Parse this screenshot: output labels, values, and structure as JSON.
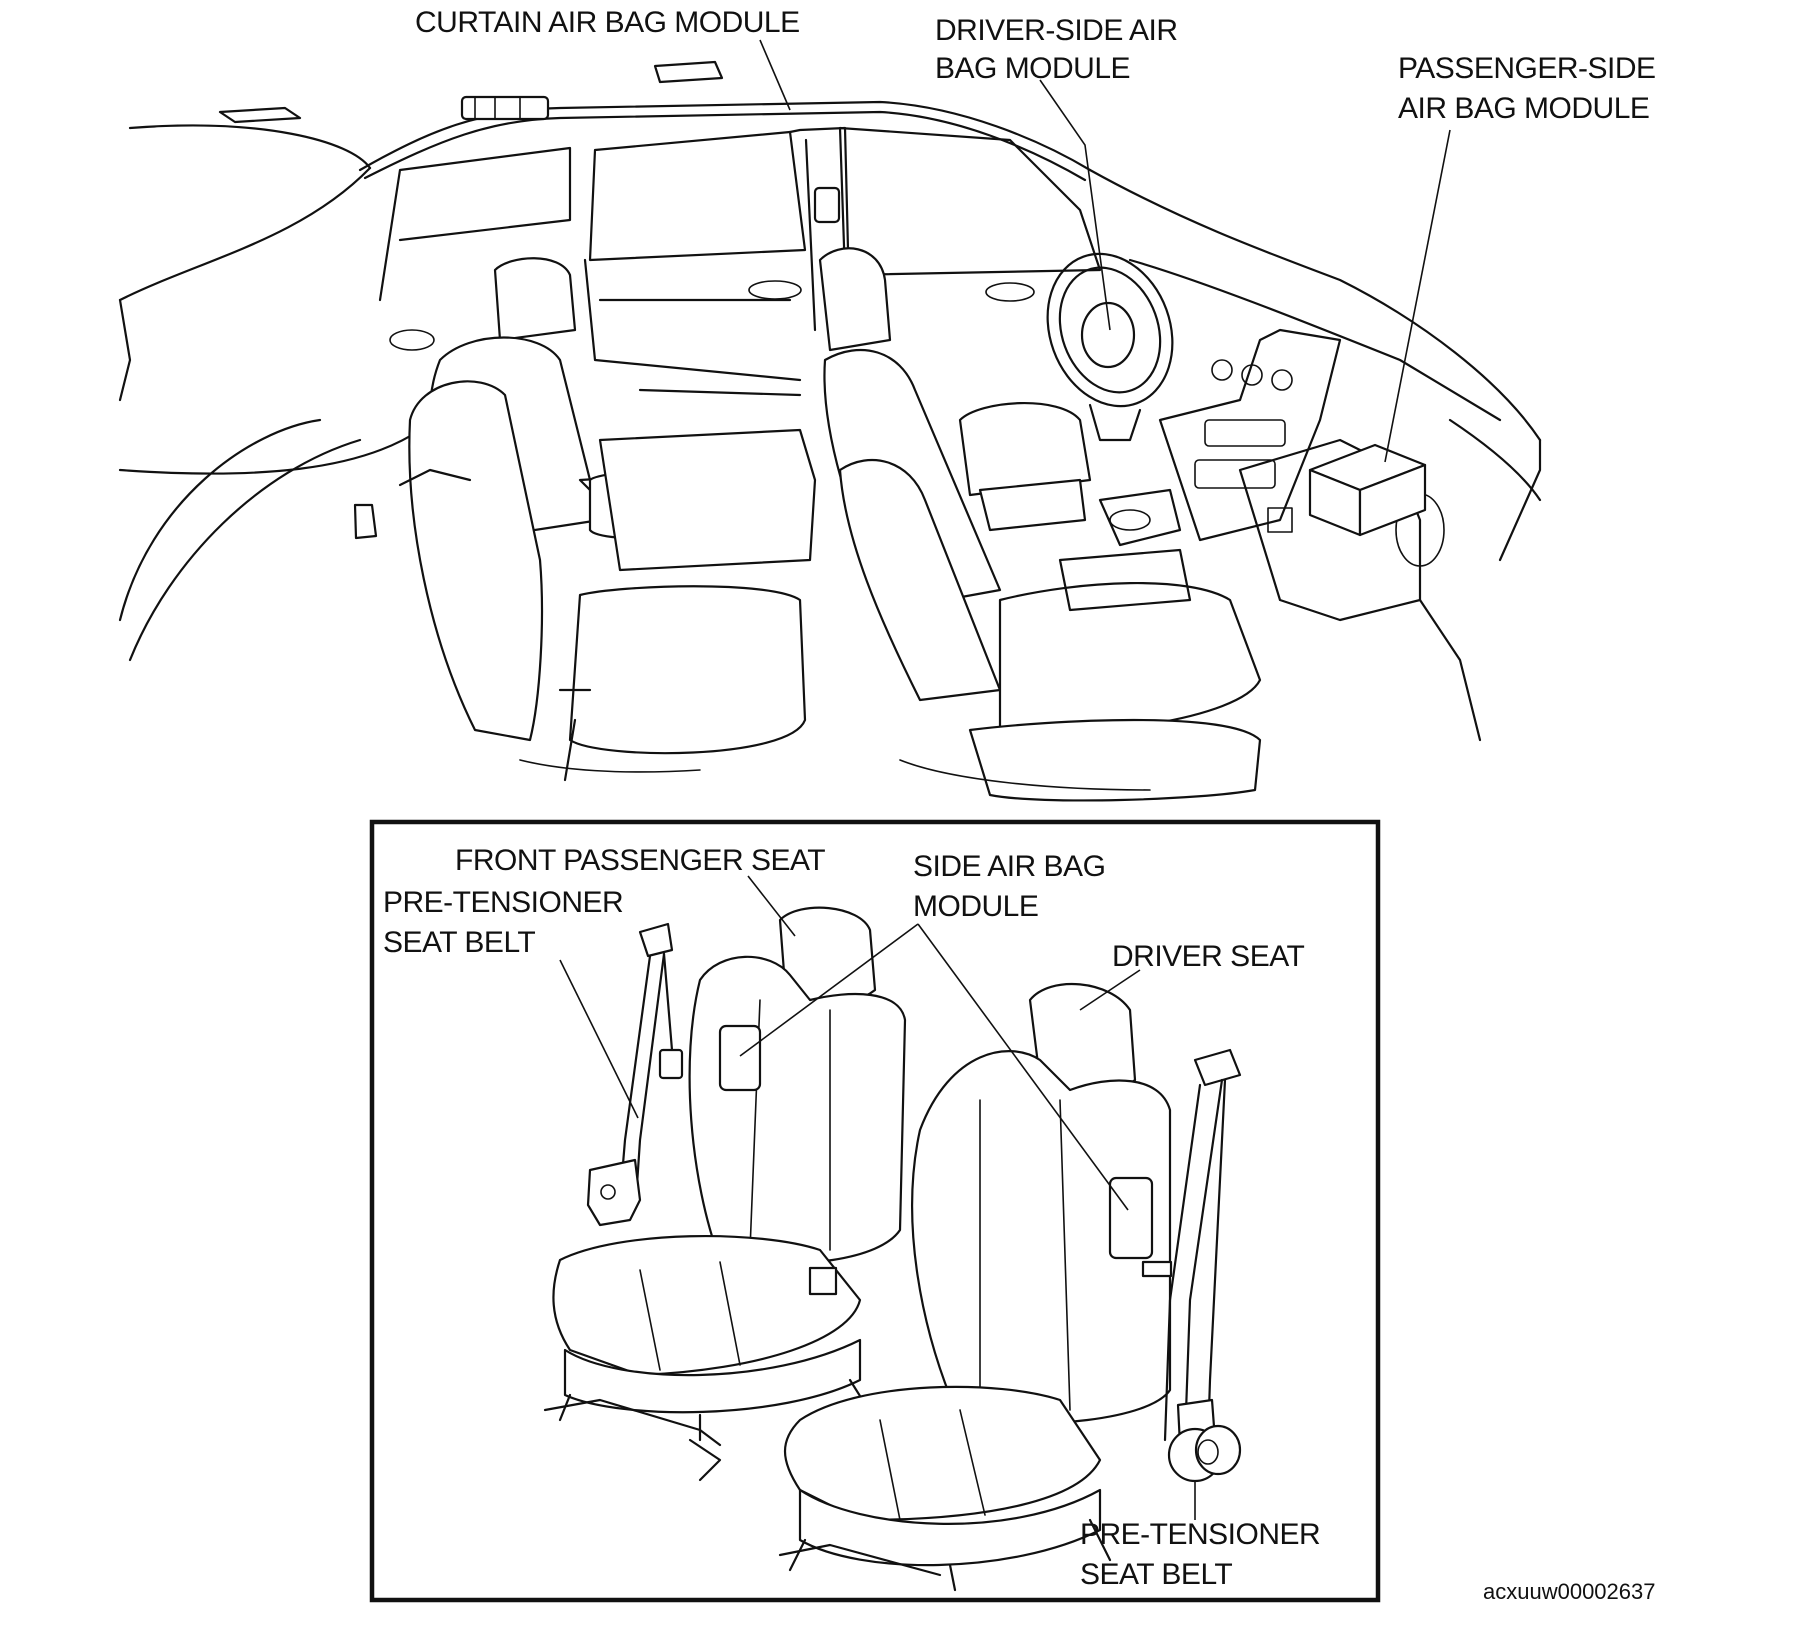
{
  "labels": {
    "curtain_airbag": "CURTAIN AIR BAG MODULE",
    "driver_airbag_line1": "DRIVER-SIDE AIR",
    "driver_airbag_line2": "BAG MODULE",
    "passenger_airbag_line1": "PASSENGER-SIDE",
    "passenger_airbag_line2": "AIR BAG MODULE",
    "front_passenger_seat": "FRONT PASSENGER SEAT",
    "pretensioner_left_line1": "PRE-TENSIONER",
    "pretensioner_left_line2": "SEAT BELT",
    "side_airbag_line1": "SIDE AIR BAG",
    "side_airbag_line2": "MODULE",
    "driver_seat": "DRIVER SEAT",
    "pretensioner_right_line1": "PRE-TENSIONER",
    "pretensioner_right_line2": "SEAT BELT"
  },
  "figure_code": "acxuuw00002637"
}
